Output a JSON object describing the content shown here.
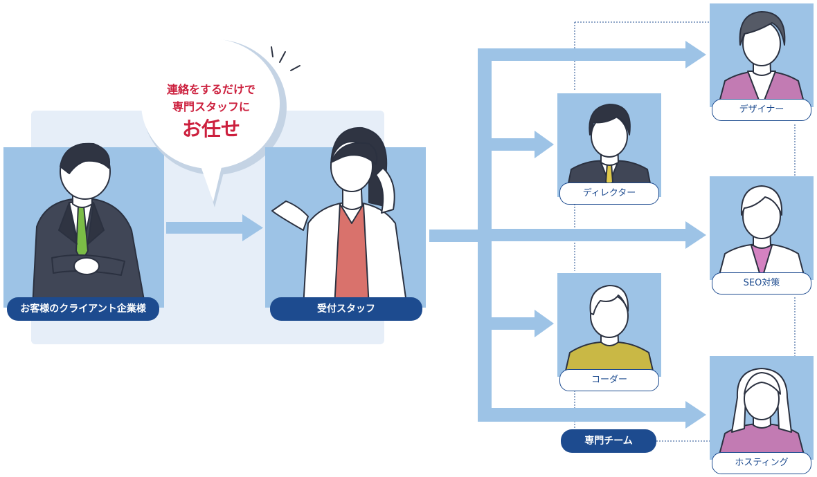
{
  "bubble": {
    "line1": "連絡をするだけで",
    "line2": "専門スタッフに",
    "line3": "お任せ"
  },
  "labels": {
    "client": "お客様のクライアント企業様",
    "reception": "受付スタッフ",
    "director": "ディレクター",
    "coder": "コーダー",
    "designer": "デザイナー",
    "seo": "SEO対策",
    "hosting": "ホスティング",
    "team": "専門チーム"
  },
  "colors": {
    "navy": "#1d4b8f",
    "arrow": "#9dc3e6",
    "frame": "#9dc3e6",
    "panel": "#e6eef8",
    "accent_red": "#cc1f3d"
  },
  "icons": [
    "client-person-icon",
    "reception-person-icon",
    "director-person-icon",
    "coder-person-icon",
    "designer-person-icon",
    "seo-person-icon",
    "hosting-person-icon"
  ]
}
